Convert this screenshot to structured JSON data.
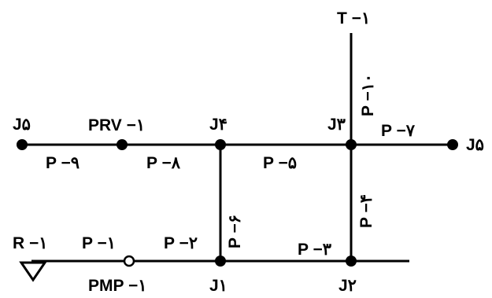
{
  "nodes": {
    "T1": "T −١",
    "J5_left": "J۵",
    "PRV1": "PRV −١",
    "J4": "J۴",
    "J3": "J۳",
    "J5_right": "J۵",
    "R1": "R −١",
    "PMP_top": "P −١",
    "PMP1": "PMP −١",
    "J1": "J١",
    "J2": "J۲"
  },
  "pipes": {
    "P9": "P −٩",
    "P8": "P −٨",
    "P5": "P −۵",
    "P7": "P −٧",
    "P10": "P −١٠",
    "P4": "P −۴",
    "P6": "P −۶",
    "P2": "P −٢",
    "P3": "P −٣"
  },
  "colors": {
    "stroke": "#000000",
    "background": "#ffffff"
  }
}
